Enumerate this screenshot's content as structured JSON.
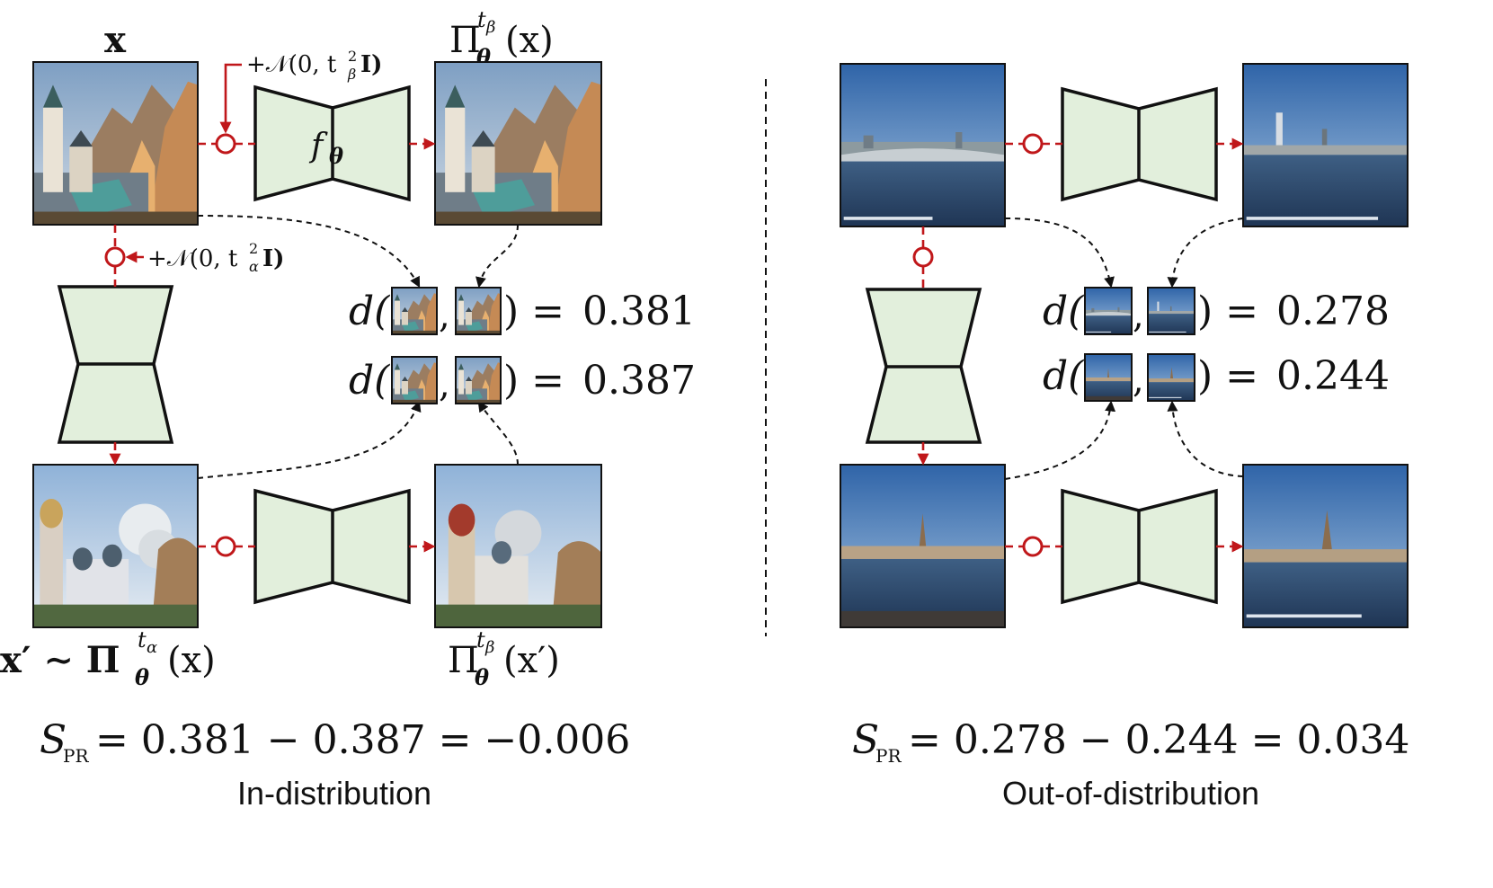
{
  "labels": {
    "x": "x",
    "proj_x_base": "Π",
    "proj_x_sub": "θ",
    "proj_x_sup": "t",
    "proj_x_supsub": "β",
    "proj_x_arg": "(x)",
    "noise_beta_prefix": "+𝒩(0, t",
    "noise_beta_sub": "β",
    "noise_beta_suffix": "I)",
    "noise_alpha_prefix": "+𝒩(0, t",
    "noise_alpha_sub": "α",
    "noise_alpha_suffix": "I)",
    "squared": "2",
    "net": "f",
    "net_sub": "θ",
    "xprime_lhs": "x′ ∼ Π",
    "xprime_sup": "t",
    "xprime_supsub": "α",
    "xprime_sub": "θ",
    "xprime_arg": "(x)",
    "proj_xprime_base": "Π",
    "proj_xprime_sup": "t",
    "proj_xprime_supsub": "β",
    "proj_xprime_sub": "θ",
    "proj_xprime_arg": "(x′)"
  },
  "distance": {
    "d": "d(",
    "comma": ",",
    "close": ") = "
  },
  "panels": [
    {
      "caption": "In-distribution",
      "d1": "0.381",
      "d2": "0.387",
      "score_lhs": "S",
      "score_sub": "PR",
      "score_rhs": " = 0.381 − 0.387 = −0.006",
      "scene": "church"
    },
    {
      "caption": "Out-of-distribution",
      "d1": "0.278",
      "d2": "0.244",
      "score_lhs": "S",
      "score_sub": "PR",
      "score_rhs": " = 0.278 − 0.244 = 0.034",
      "scene": "river"
    }
  ],
  "colors": {
    "net_fill": "#e2efdc",
    "arrow_red": "#c0171a",
    "arrow_black": "#111111"
  }
}
